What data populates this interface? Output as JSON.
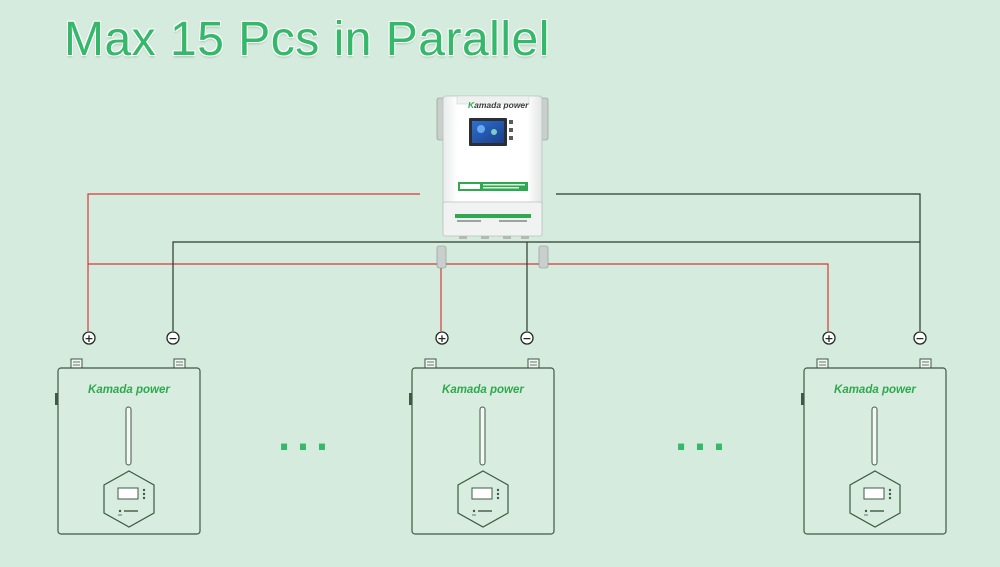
{
  "title": "Max 15 Pcs in Parallel",
  "brand": "Kamada power",
  "brand_parts": {
    "k": "K",
    "rest": "amada power"
  },
  "units": [
    {
      "name": "battery-left"
    },
    {
      "name": "battery-middle"
    },
    {
      "name": "battery-right"
    }
  ],
  "ellipsis": [
    "...",
    "..."
  ],
  "terminals": {
    "positive": "+",
    "negative": "−"
  },
  "colors": {
    "background": "#d4ebdd",
    "title": "#35b86a",
    "positive_wire": "#d63a3a",
    "negative_wire": "#2a3a2e",
    "brand_green": "#2fa84f",
    "outline": "#3d5a44",
    "dots": "#35b86a"
  }
}
